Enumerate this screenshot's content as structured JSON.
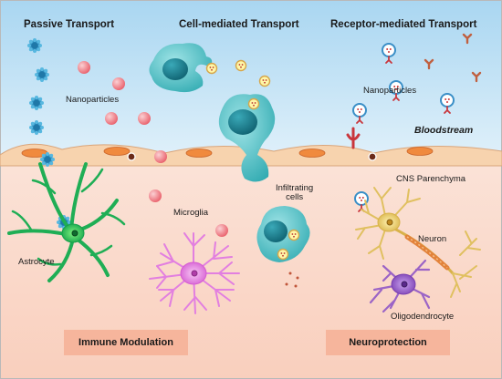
{
  "headers": {
    "passive": "Passive Transport",
    "cell_mediated": "Cell-mediated Transport",
    "receptor_mediated": "Receptor-mediated Transport"
  },
  "labels": {
    "nanoparticles_left": "Nanoparticles",
    "nanoparticles_right": "Nanoparticles",
    "bloodstream": "Bloodstream",
    "cns_parenchyma": "CNS Parenchyma",
    "infiltrating_cells": "Infiltrating\ncells",
    "microglia": "Microglia",
    "astrocyte": "Astrocyte",
    "neuron": "Neuron",
    "oligodendrocyte": "Oligodendrocyte"
  },
  "boxes": {
    "immune_modulation": "Immune Modulation",
    "neuroprotection": "Neuroprotection"
  },
  "colors": {
    "bloodstream_bg": "#cfe8f6",
    "parenchyma_bg": "#f9d9cc",
    "endothelium": "#f7d3ae",
    "nucleus": "#f08a3e",
    "nanoparticle_red": "#ef7f86",
    "nanoparticle_blue": "#3aa0c9",
    "macrophage": "#3fb7bd",
    "astrocyte": "#2eb558",
    "microglia": "#e27fe0",
    "neuron": "#e3c66a",
    "oligodendrocyte": "#9b64c6",
    "receptor": "#c9363c",
    "box": "#f6b59c"
  }
}
